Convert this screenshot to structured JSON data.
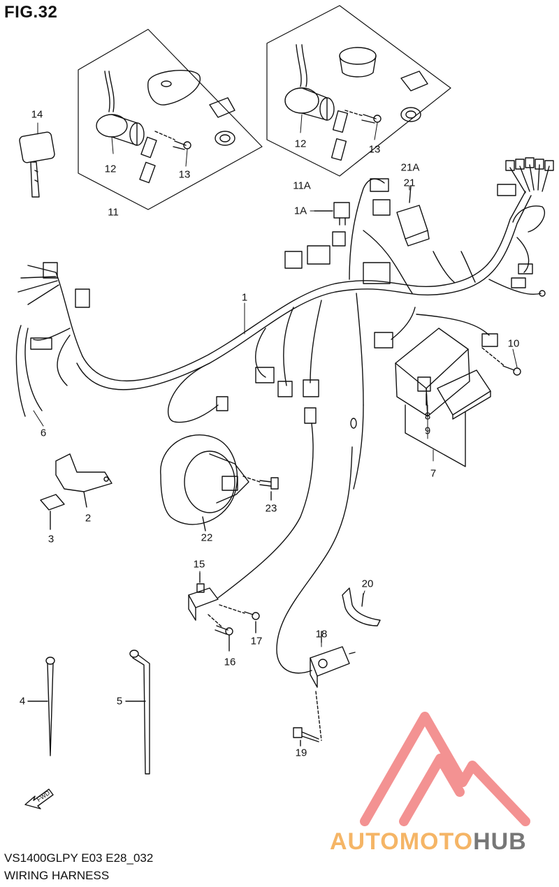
{
  "figure": {
    "title": "FIG.32",
    "model_code": "VS1400GLPY E03 E28_032",
    "section_name": "WIRING HARNESS"
  },
  "callouts": [
    {
      "id": "1",
      "label": "1"
    },
    {
      "id": "1A",
      "label": "1A"
    },
    {
      "id": "2",
      "label": "2"
    },
    {
      "id": "3",
      "label": "3"
    },
    {
      "id": "4",
      "label": "4"
    },
    {
      "id": "5",
      "label": "5"
    },
    {
      "id": "6",
      "label": "6"
    },
    {
      "id": "7",
      "label": "7"
    },
    {
      "id": "8",
      "label": "8"
    },
    {
      "id": "9",
      "label": "9"
    },
    {
      "id": "10",
      "label": "10"
    },
    {
      "id": "11",
      "label": "11"
    },
    {
      "id": "11A",
      "label": "11A"
    },
    {
      "id": "12a",
      "label": "12"
    },
    {
      "id": "12b",
      "label": "12"
    },
    {
      "id": "13a",
      "label": "13"
    },
    {
      "id": "13b",
      "label": "13"
    },
    {
      "id": "14",
      "label": "14"
    },
    {
      "id": "15",
      "label": "15"
    },
    {
      "id": "16",
      "label": "16"
    },
    {
      "id": "17",
      "label": "17"
    },
    {
      "id": "18",
      "label": "18"
    },
    {
      "id": "19",
      "label": "19"
    },
    {
      "id": "20",
      "label": "20"
    },
    {
      "id": "21",
      "label": "21"
    },
    {
      "id": "21A",
      "label": "21A"
    },
    {
      "id": "22",
      "label": "22"
    },
    {
      "id": "23",
      "label": "23"
    }
  ],
  "fwd_arrow": {
    "label": "FWD"
  },
  "watermark": {
    "text_colored": "AUTOMOTO",
    "text_gray": "HUB",
    "color_accent": "#f26b6b",
    "color_text": "#f5b566",
    "color_gray": "#777777"
  }
}
